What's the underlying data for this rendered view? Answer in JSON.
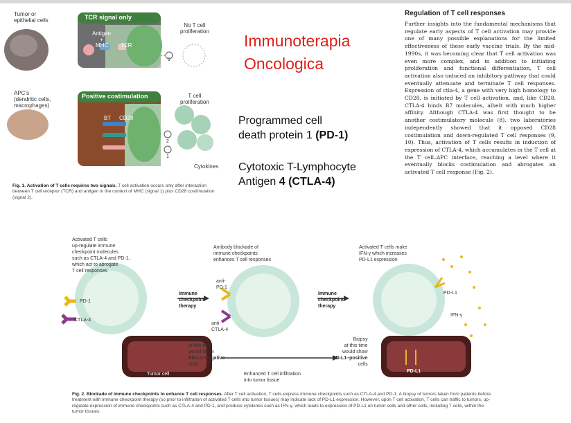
{
  "fig1": {
    "tumor_label": "Tumor or\nepithelial cells",
    "apc_label": "APC's\n(dendritic cells,\nmacrophages)",
    "panel_top_title": "TCR signal only",
    "antigen_label": "Antigen\n+",
    "mhc_label": "MHC",
    "tcr_label": "TCR",
    "no_prolif_label": "No T cell\nproliferation",
    "panel_bottom_title": "Positive costimulation",
    "b7_label": "B7",
    "cd28_label": "CD28",
    "prolif_label": "T cell\nproliferation",
    "cytokines_label": "Cytokines",
    "signal_1": "1",
    "signal_2": "2",
    "caption_title": "Fig. 1. Activation of T cells requires two signals.",
    "caption_text": " T cell activation occurs only after interaction between T cell receptor (TCR) and antigen in the context of MHC (signal 1) plus CD28 costimulation (signal 2)."
  },
  "title": {
    "line1": "Immunoterapia",
    "line2": "Oncologica"
  },
  "notes": {
    "pd1_prefix": "Programmed cell\ndeath protein 1 ",
    "pd1_abbr": "(PD-1)",
    "ctla4_prefix": "Cytotoxic T-Lymphocyte\nAntigen ",
    "ctla4_abbr": "4 (CTLA-4)"
  },
  "article": {
    "heading": "Regulation of T cell responses",
    "body": "Further insights into the fundamental mechanisms that regulate early aspects of T cell activation may provide one of many possible explanations for the limited effectiveness of these early vaccine trials. By the mid-1990s, it was becoming clear that T cell activation was even more complex, and in addition to initiating proliferation and functional differentiation, T cell activation also induced an inhibitory pathway that could eventually attenuate and terminate T cell responses. Expression of ctla-4, a gene with very high homology to CD28, is initiated by T cell activation, and, like CD28, CTLA-4 binds B7 molecules, albeit with much higher affinity. Although CTLA-4 was first thought to be another costimulatory molecule (8), two laboratories independently showed that it opposed CD28 costimulation and down-regulated T cell responses (9, 10). Thus, activation of T cells results in induction of expression of CTLA-4, which accumulates in the T cell at the T cell–APC interface, reaching a level where it eventually blocks costimulation and abrogates an activated T cell response (Fig. 2)."
  },
  "fig2": {
    "activated_text": "Activated T cells\nup-regulate immune\ncheckpoint molecules\nsuch as CTLA-4 and PD-1,\nwhich act to abrogate\nT cell responses",
    "pd1_label": "PD-1",
    "ctla4_label": "CTLA-4",
    "therapy1": "Immune\ncheckpoint\ntherapy",
    "antibody_text": "Antibody blockade of\nimmune checkpoints\nenhances T cell responses",
    "anti_pd1": "anti-\nPD-1",
    "anti_ctla4": "anti-\nCTLA-4",
    "therapy2": "Immune\ncheckpoint\ntherapy",
    "ifn_text": "Activated T cells make\nIFN-γ which increases\nPD-L1 expression",
    "pdl1_label": "PD-L1",
    "ifng_label": "IFN-γ",
    "tumor_cell_label": "Tumor cell",
    "biopsy1_prefix": "Biopsy\nat this time\nwould show\n",
    "biopsy1_bold": "PD-L1–negative",
    "biopsy1_suffix": "\ncells",
    "enhanced_text": "Enhanced T cell infiltration\ninto tumor tissue",
    "biopsy2_prefix": "Biopsy\nat this time\nwould show\n",
    "biopsy2_bold": "PD-L1–positive",
    "biopsy2_suffix": "\ncells",
    "pdl1_tumor_label": "PD-L1",
    "caption_title": "Fig. 2. Blockade of immune checkpoints to enhance T cell responses.",
    "caption_text": " After T cell activation, T cells express immune checkpoints such as CTLA-4 and PD-1. A biopsy of tumors taken from patients before treatment with immune checkpoint therapy (so prior to infiltration of activated T cells into tumor tissues) may indicate lack of PD-L1 expression. However, upon T cell activation, T cells can traffic to tumors, up-regulate expression of immune checkpoints such as CTLA-4 and PD-1, and produce cytokines such as IFN-γ, which leads to expression of PD-L1 on tumor cells and other cells, including T cells, within the tumor tissues."
  },
  "colors": {
    "title_red": "#e0201b",
    "panel_green": "#4c8a4a",
    "panel_brown": "#8a4a2c",
    "tcell_green": "#a6d3b8",
    "ctla4_purple": "#8a3a8f",
    "pd1_yellow": "#e8b820",
    "bg": "#ffffff"
  }
}
